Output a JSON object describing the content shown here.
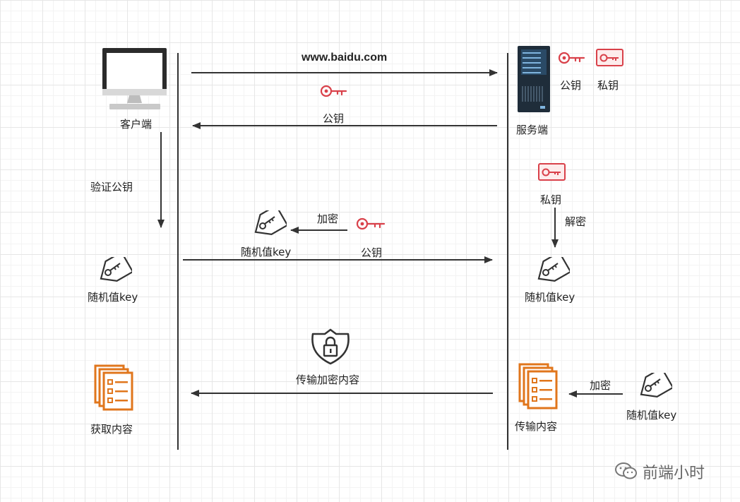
{
  "client": {
    "name": "客户端",
    "verify_label": "验证公钥",
    "key_label": "随机值key",
    "result_label": "获取内容"
  },
  "server": {
    "name": "服务端",
    "public_key_label": "公钥",
    "private_key_label": "私钥",
    "private_key_label_2": "私钥",
    "decrypt_label": "解密",
    "key_label": "随机值key",
    "content_label": "传输内容",
    "encrypt_label": "加密",
    "input_key_label": "随机值key"
  },
  "messages": {
    "request": "www.baidu.com",
    "public_key_reply": "公钥",
    "encrypt_label": "加密",
    "random_key_label": "随机值key",
    "send_public_key_label": "公钥",
    "transfer_label": "传输加密内容"
  },
  "watermark": {
    "text": "前端小时"
  },
  "colors": {
    "key_red": "#d9414a",
    "doc_orange": "#e0761c",
    "line": "#333333"
  }
}
